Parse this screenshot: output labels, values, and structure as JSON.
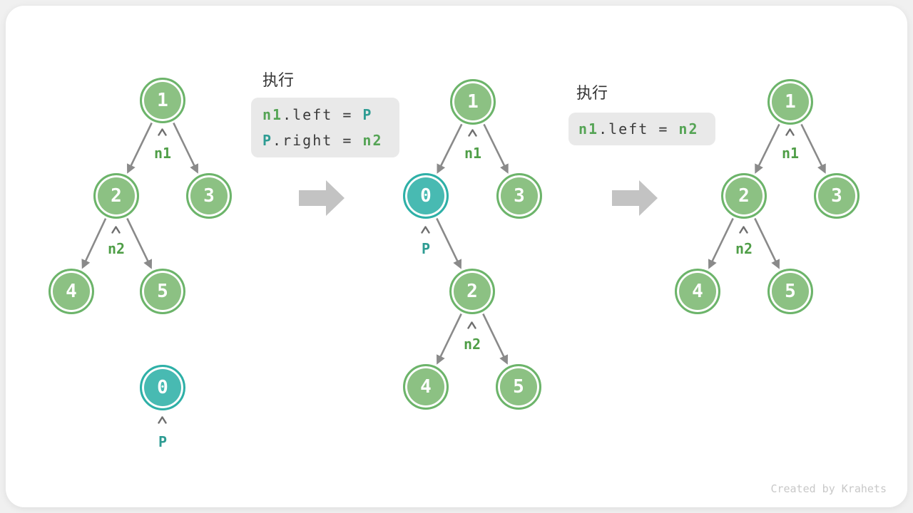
{
  "page": {
    "credit": "Created by Krahets"
  },
  "icons": {
    "pointer_caret": "^",
    "step_arrow": "➡"
  },
  "colors": {
    "node_green": "#8CC183",
    "node_green_border": "#6CB46A",
    "node_teal": "#48BAB2",
    "node_teal_border": "#2EB0A7",
    "label_green": "#4F9E47",
    "label_teal": "#2E9C93",
    "code_box_bg": "#E9E9E9",
    "edge_gray": "#8A8A8A",
    "block_arrow_gray": "#C3C3C3"
  },
  "panel1": {
    "tree": {
      "node_1": "1",
      "node_2": "2",
      "node_3": "3",
      "node_4": "4",
      "node_5": "5"
    },
    "labels": {
      "n1": "n1",
      "n2": "n2",
      "p": "P"
    },
    "detached_node": {
      "value": "0"
    }
  },
  "code1": {
    "heading": "执行",
    "line1": {
      "a": "n1",
      "b": ".left = ",
      "c": "P"
    },
    "line2": {
      "a": "P",
      "b": ".right = ",
      "c": "n2"
    }
  },
  "panel2": {
    "tree": {
      "node_1": "1",
      "node_0": "0",
      "node_3": "3",
      "node_2": "2",
      "node_4": "4",
      "node_5": "5"
    },
    "labels": {
      "n1": "n1",
      "p": "P",
      "n2": "n2"
    }
  },
  "code2": {
    "heading": "执行",
    "line1": {
      "a": "n1",
      "b": ".left = ",
      "c": "n2"
    }
  },
  "panel3": {
    "tree": {
      "node_1": "1",
      "node_2": "2",
      "node_3": "3",
      "node_4": "4",
      "node_5": "5"
    },
    "labels": {
      "n1": "n1",
      "n2": "n2"
    }
  }
}
